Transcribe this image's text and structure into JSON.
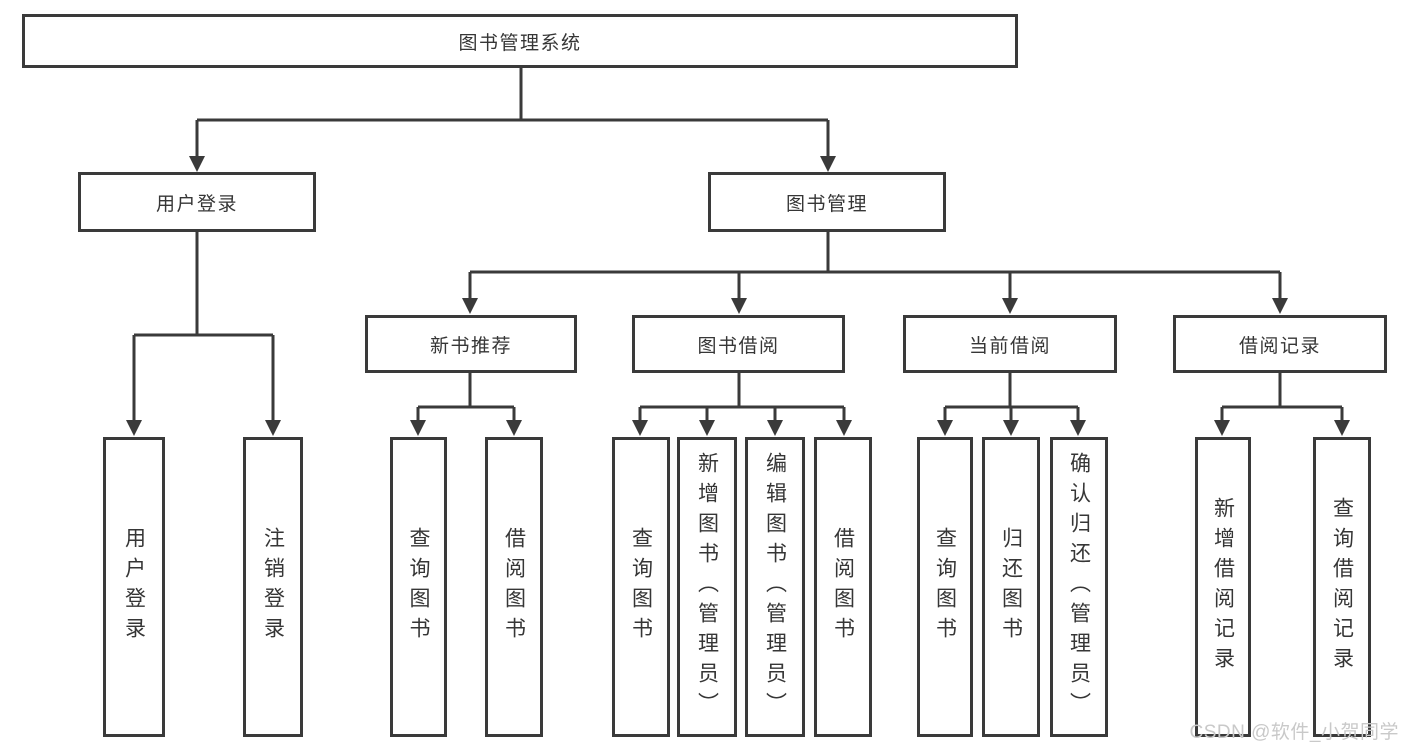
{
  "diagram": {
    "watermark": "CSDN @软件_小贺同学",
    "colors": {
      "line": "#3a3a3a",
      "text": "#363636",
      "background": "#ffffff",
      "watermark": "#c9c9c9"
    }
  },
  "nodes": {
    "root": "图书管理系统",
    "l2": {
      "login": "用户登录",
      "manage": "图书管理"
    },
    "l3": {
      "recommend": "新书推荐",
      "borrow": "图书借阅",
      "current": "当前借阅",
      "records": "借阅记录"
    },
    "leaves": {
      "login_user": "用户登录",
      "login_logout": "注销登录",
      "rec_query": "查询图书",
      "rec_borrow": "借阅图书",
      "bor_query": "查询图书",
      "bor_add": "新增图书（管理员）",
      "bor_edit": "编辑图书（管理员）",
      "bor_borrow": "借阅图书",
      "cur_query": "查询图书",
      "cur_return": "归还图书",
      "cur_confirm": "确认归还（管理员）",
      "hist_add": "新增借阅记录",
      "hist_query": "查询借阅记录"
    }
  },
  "hierarchy": {
    "图书管理系统": {
      "用户登录": [
        "用户登录",
        "注销登录"
      ],
      "图书管理": {
        "新书推荐": [
          "查询图书",
          "借阅图书"
        ],
        "图书借阅": [
          "查询图书",
          "新增图书（管理员）",
          "编辑图书（管理员）",
          "借阅图书"
        ],
        "当前借阅": [
          "查询图书",
          "归还图书",
          "确认归还（管理员）"
        ],
        "借阅记录": [
          "新增借阅记录",
          "查询借阅记录"
        ]
      }
    }
  }
}
